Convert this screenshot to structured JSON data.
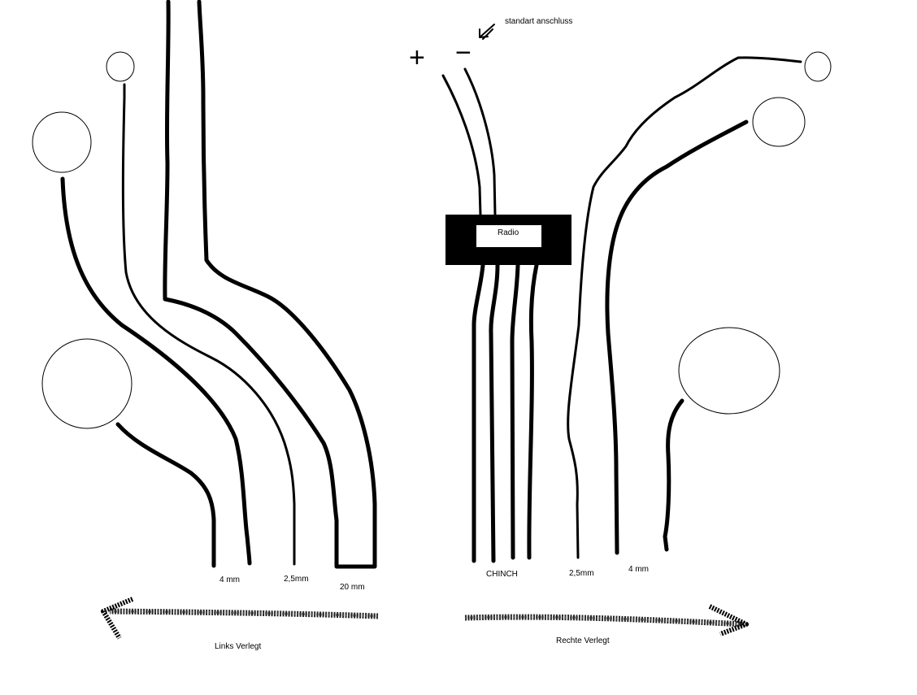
{
  "diagram": {
    "annotation": "standart anschluss",
    "polarity_plus": "+",
    "polarity_minus": "−",
    "radio_label": "Radio",
    "left": {
      "labels": [
        "4 mm",
        "2,5mm",
        "20 mm"
      ],
      "direction_label": "Links Verlegt"
    },
    "right": {
      "labels": [
        "CHINCH",
        "2,5mm",
        "4 mm"
      ],
      "direction_label": "Rechte Verlegt"
    },
    "colors": {
      "stroke": "#000000",
      "background": "#ffffff"
    }
  }
}
